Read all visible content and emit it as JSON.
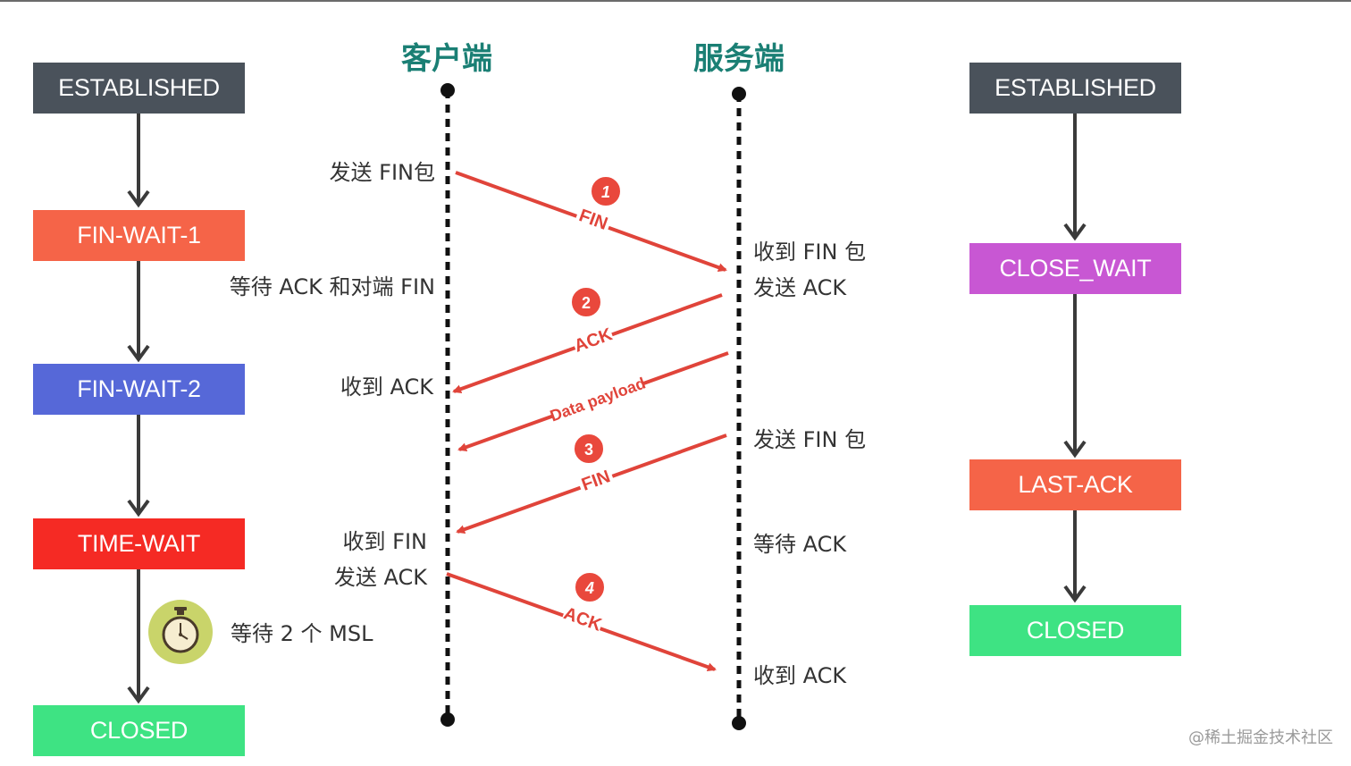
{
  "headers": {
    "client": "客户端",
    "server": "服务端"
  },
  "client_states": {
    "established": "ESTABLISHED",
    "fin_wait_1": "FIN-WAIT-1",
    "fin_wait_2": "FIN-WAIT-2",
    "time_wait": "TIME-WAIT",
    "closed": "CLOSED"
  },
  "server_states": {
    "established": "ESTABLISHED",
    "close_wait": "CLOSE_WAIT",
    "last_ack": "LAST-ACK",
    "closed": "CLOSED"
  },
  "client_labels": {
    "send_fin": "发送 FIN包",
    "wait_ack_fin": "等待 ACK 和对端 FIN",
    "recv_ack": "收到 ACK",
    "recv_fin": "收到 FIN",
    "send_ack": "发送 ACK",
    "wait_2msl": "等待 2 个 MSL"
  },
  "server_labels": {
    "recv_fin": "收到 FIN 包",
    "send_ack": "发送 ACK",
    "send_fin": "发送 FIN 包",
    "wait_ack": "等待 ACK",
    "recv_ack": "收到 ACK"
  },
  "messages": {
    "m1_num": "1",
    "m1_label": "FIN",
    "m2_num": "2",
    "m2_label": "ACK",
    "data_label": "Data payload",
    "m3_num": "3",
    "m3_label": "FIN",
    "m4_num": "4",
    "m4_label": "ACK"
  },
  "colors": {
    "arrow": "#e0443a",
    "badge": "#e9483c",
    "header": "#1a7f74",
    "timer": "#c9d46a"
  },
  "icons": {
    "timer": "stopwatch-icon"
  },
  "watermark": "@稀土掘金技术社区"
}
